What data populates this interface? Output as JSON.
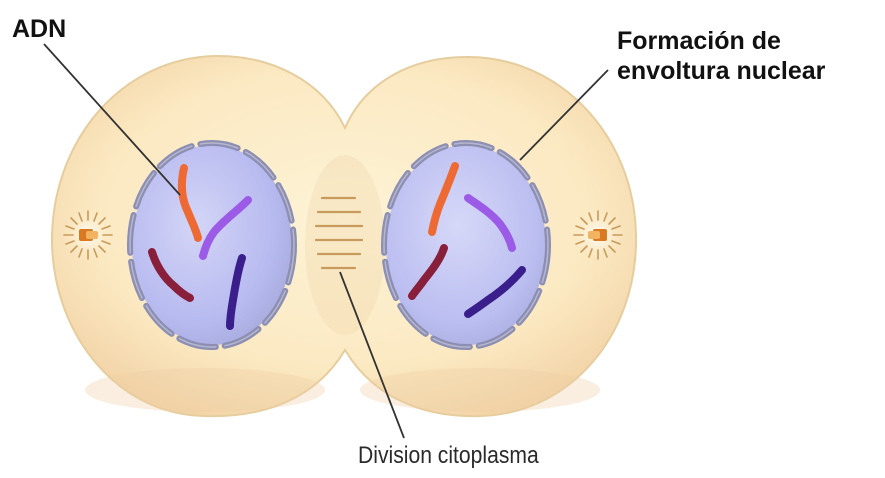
{
  "labels": {
    "dna": "ADN",
    "nuclear_envelope_line1": "Formación de",
    "nuclear_envelope_line2": "envoltura nuclear",
    "cytoplasm_division": "Division citoplasma"
  },
  "colors": {
    "cell_fill": "#fbebc4",
    "cell_shadow": "#f0cfa4",
    "cell_outline": "#e9d3a8",
    "nucleus_fill": "#b9bcf0",
    "nucleus_envelope": "#8d8fb3",
    "chromosome_orange": "#ef6a35",
    "chromosome_violet": "#9a5ae6",
    "chromosome_maroon": "#8a1e3a",
    "chromosome_navy": "#3a1d8c",
    "centriole": "#d97a22",
    "cleavage_lines": "#c99a5a",
    "leader_line": "#3a3a3a"
  },
  "icons": {
    "centriole_left": "centriole-icon",
    "centriole_right": "centriole-icon"
  }
}
